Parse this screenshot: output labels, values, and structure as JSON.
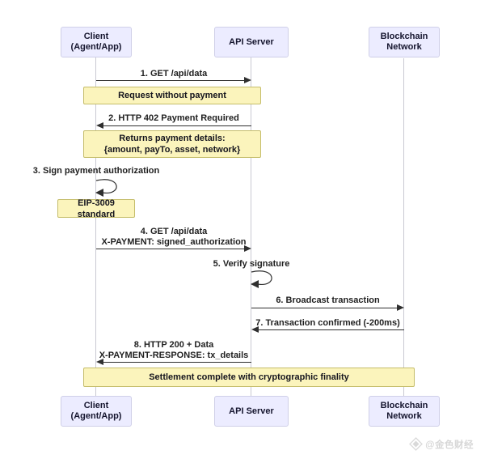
{
  "colors": {
    "background": "#ffffff",
    "actor_fill": "#ECECFF",
    "actor_border": "#CFCFE8",
    "note_fill": "#FBF4BC",
    "note_border": "#C5BD6B",
    "message_line": "#2f2f2f",
    "lifeline": "#c9c9d2",
    "watermark": "#d6d6d6"
  },
  "participants": {
    "client": {
      "line1": "Client",
      "line2": "(Agent/App)"
    },
    "api": {
      "label": "API Server"
    },
    "blockchain": {
      "line1": "Blockchain",
      "line2": "Network"
    }
  },
  "messages": {
    "m1": {
      "label": "1. GET /api/data"
    },
    "m2": {
      "label": "2. HTTP 402 Payment Required"
    },
    "m3": {
      "label": "3. Sign payment authorization"
    },
    "m4": {
      "line1": "4. GET /api/data",
      "line2": "X-PAYMENT: signed_authorization"
    },
    "m5": {
      "label": "5. Verify signature"
    },
    "m6": {
      "label": "6. Broadcast transaction"
    },
    "m7": {
      "label": "7. Transaction confirmed (-200ms)"
    },
    "m8": {
      "line1": "8. HTTP 200 + Data",
      "line2": "X-PAYMENT-RESPONSE: tx_details"
    }
  },
  "notes": {
    "request_without_payment": {
      "label": "Request without payment"
    },
    "payment_details": {
      "line1": "Returns payment details:",
      "line2": "{amount, payTo, asset, network}"
    },
    "eip3009": {
      "label": "EIP-3009 standard"
    },
    "settlement": {
      "label": "Settlement complete with cryptographic finality"
    }
  },
  "watermark": {
    "text": "@金色财经"
  }
}
